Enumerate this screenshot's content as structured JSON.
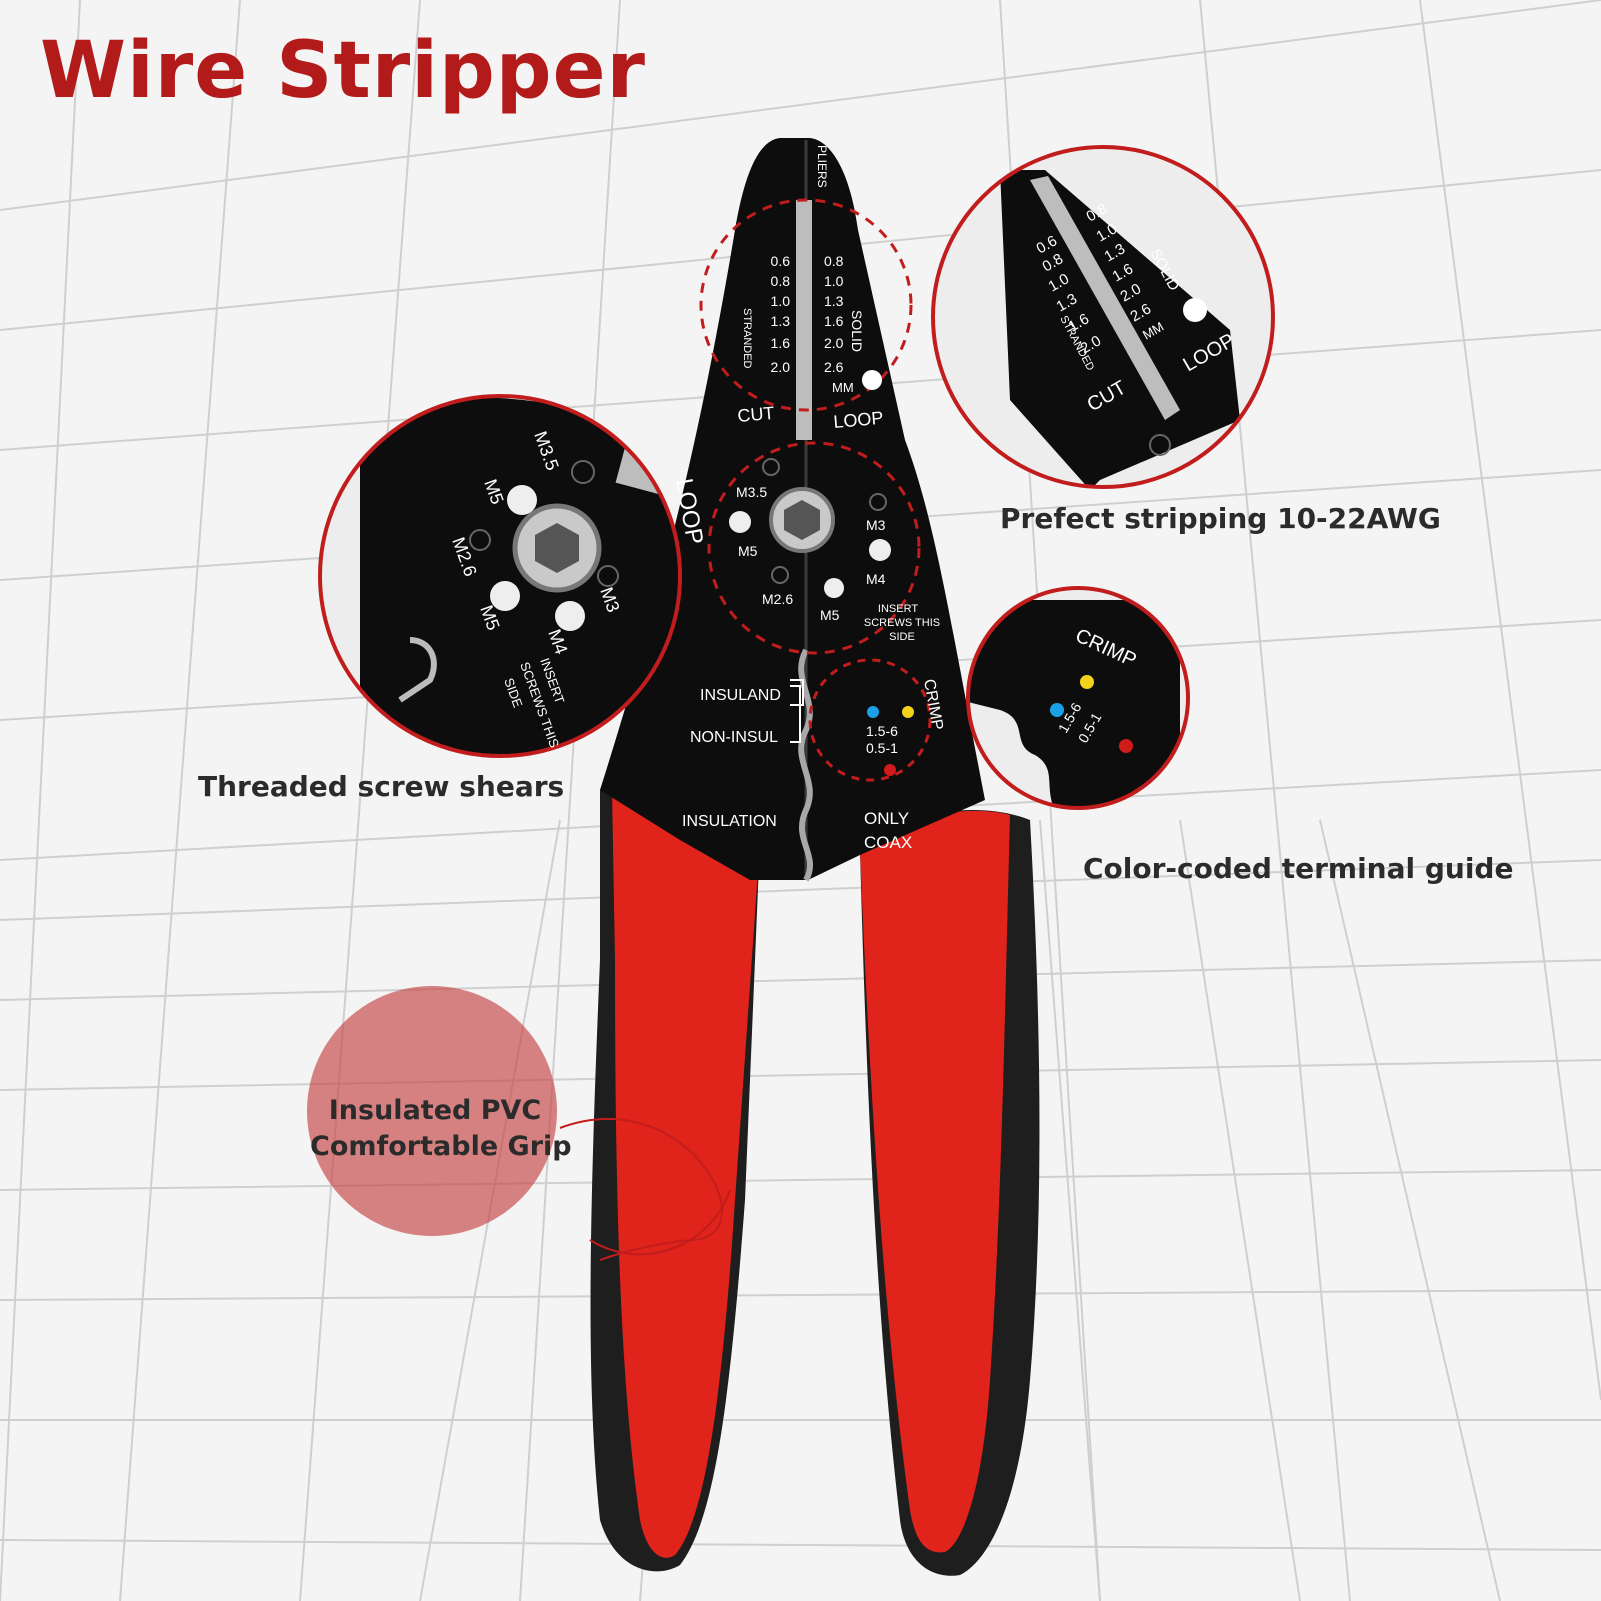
{
  "title": "Wire Stripper",
  "callouts": {
    "stripping": "Prefect stripping 10-22AWG",
    "shears": "Threaded screw shears",
    "terminal": "Color-coded terminal guide",
    "grip_line1": "Insulated PVC",
    "grip_line2": "Comfortable Grip"
  },
  "tool": {
    "pliers": "PLIERS",
    "stranded_sizes": [
      "0.6",
      "0.8",
      "1.0",
      "1.3",
      "1.6",
      "2.0"
    ],
    "solid_sizes": [
      "0.8",
      "1.0",
      "1.3",
      "1.6",
      "2.0",
      "2.6"
    ],
    "stranded": "STRANDED",
    "solid": "SOLID",
    "mm": "MM",
    "cut": "CUT",
    "loop": "LOOP",
    "screw_sizes": [
      "M3.5",
      "M5",
      "M2.6",
      "M5",
      "M3",
      "M4"
    ],
    "insert_line1": "INSERT",
    "insert_line2": "SCREWS THIS",
    "insert_line3": "SIDE",
    "insuland": "INSULAND",
    "non_insul": "NON-INSUL",
    "insulation": "INSULATION",
    "crimp": "CRIMP",
    "crimp_range1": "1.5-6",
    "crimp_range2": "0.5-1",
    "only": "ONLY",
    "coax": "COAX"
  },
  "colors": {
    "accent": "#b31b1b",
    "handle_red": "#e0241b",
    "handle_black": "#1e1e1e",
    "blade": "#0d0d0d",
    "terminal_blue": "#1aa0e6",
    "terminal_yellow": "#f2d21a",
    "terminal_red": "#d11b1b"
  }
}
